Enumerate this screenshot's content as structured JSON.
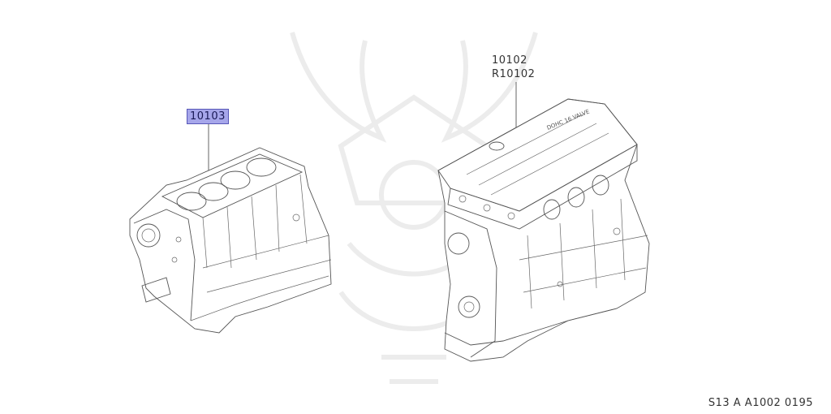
{
  "parts": [
    {
      "id": "short-block",
      "callouts": [
        "10103"
      ],
      "highlighted": true
    },
    {
      "id": "engine-assembly",
      "callouts": [
        "10102",
        "R10102"
      ],
      "highlighted": false
    }
  ],
  "cover_text": "DOHC 16 VALVE",
  "footer_code": "S13 A A1002 0195",
  "colors": {
    "highlight_fill": "#a6a6ea",
    "highlight_border": "#5757b8",
    "line": "#555555",
    "watermark": "#ececec"
  }
}
